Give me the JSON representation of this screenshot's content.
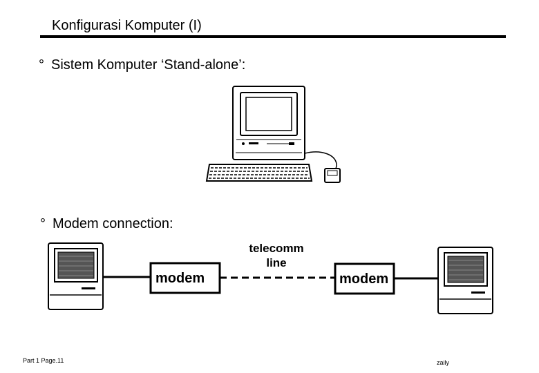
{
  "slide": {
    "title": "Konfigurasi Komputer (I)",
    "bullet_mark": "°",
    "bullets": [
      "Sistem Komputer ‘Stand-alone’:",
      "Modem connection:"
    ]
  },
  "diagram": {
    "left_modem": "modem",
    "right_modem": "modem",
    "line_label_1": "telecomm",
    "line_label_2": "line"
  },
  "footer": {
    "left": "Part 1 Page.11",
    "right": "zaily"
  }
}
